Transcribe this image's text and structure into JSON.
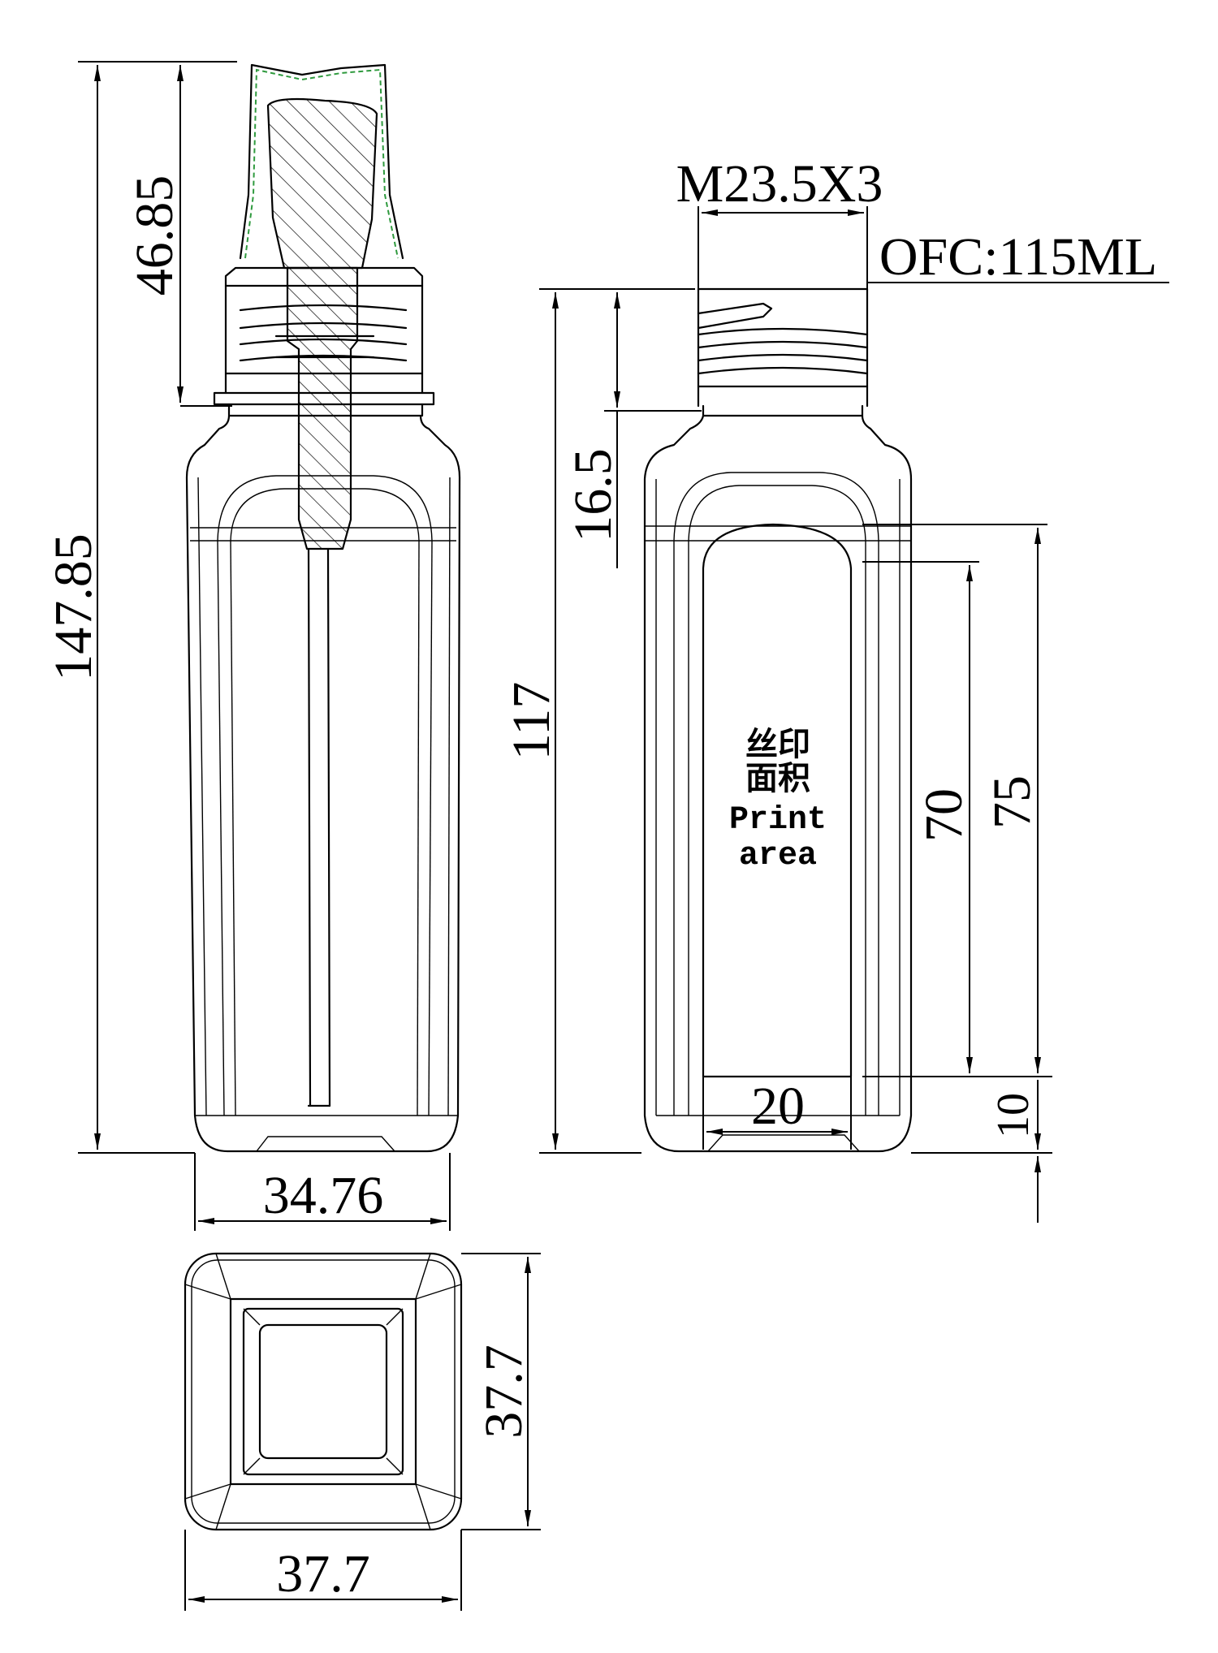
{
  "dimensions": {
    "overall_height": "147.85",
    "pump_height": "46.85",
    "bottle_width": "34.76",
    "thread": "M23.5X3",
    "capacity": "OFC:115ML",
    "bottle_height": "117",
    "neck_height": "16.5",
    "print_height_inner": "70",
    "print_height_outer": "75",
    "print_width": "20",
    "bottom_offset": "10",
    "base_depth": "37.7",
    "base_width": "37.7"
  },
  "print_area": {
    "label_cn_line1": "丝印",
    "label_cn_line2": "面积",
    "label_en_line1": "Print",
    "label_en_line2": "area"
  }
}
